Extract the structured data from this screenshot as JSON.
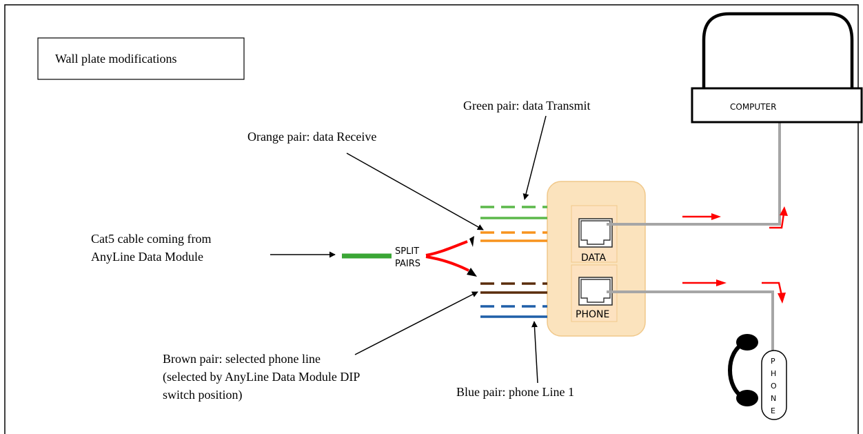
{
  "title": "Wall plate modifications",
  "labels": {
    "cable_line1": "Cat5 cable coming from",
    "cable_line2": "AnyLine Data Module",
    "split_line1": "SPLIT",
    "split_line2": "PAIRS",
    "orange": "Orange pair: data Receive",
    "green": "Green pair: data Transmit",
    "brown_line1": "Brown pair: selected phone line",
    "brown_line2": "(selected by AnyLine Data Module DIP",
    "brown_line3": "switch position)",
    "blue": "Blue pair: phone Line 1",
    "data_jack": "DATA",
    "phone_jack": "PHONE",
    "computer": "COMPUTER",
    "phone_letters": [
      "P",
      "H",
      "O",
      "N",
      "E"
    ]
  },
  "colors": {
    "green": "#5cb84a",
    "orange": "#f7931e",
    "brown": "#5a2d0c",
    "blue": "#1f5fa8",
    "cable": "#3aa635",
    "plate_fill": "#fbe3bd",
    "plate_stroke": "#f0c88a",
    "flow_arrow": "#ff0000",
    "wire": "#a6a6a6"
  },
  "icons": [
    "computer-icon",
    "telephone-icon",
    "rj45-jack-icon"
  ]
}
